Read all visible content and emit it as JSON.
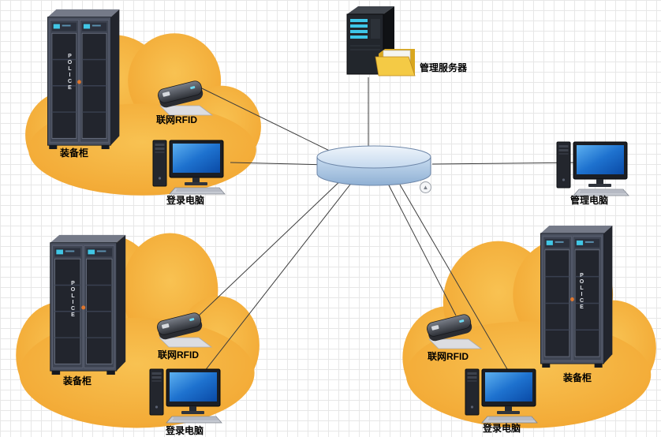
{
  "labels": {
    "server": "管理服务器",
    "admin_pc": "管理电脑"
  },
  "groups": [
    {
      "position": "top-left",
      "cabinet": "装备柜",
      "rfid": "联网RFID",
      "pc": "登录电脑"
    },
    {
      "position": "bottom-left",
      "cabinet": "装备柜",
      "rfid": "联网RFID",
      "pc": "登录电脑"
    },
    {
      "position": "bottom-right",
      "cabinet": "装备柜",
      "rfid": "联网RFID",
      "pc": "登录电脑"
    }
  ],
  "cabinet": {
    "police_text": "POLICE"
  },
  "icons": {
    "connector_badge": "▲"
  },
  "colors": {
    "cloud": "#F3AB37",
    "hub_fill": "#C4D9EE",
    "screen_blue": "#1E72CF",
    "folder_yellow": "#F4CA45",
    "line": "#3C3C3C",
    "grid": "#E7E7E7"
  }
}
